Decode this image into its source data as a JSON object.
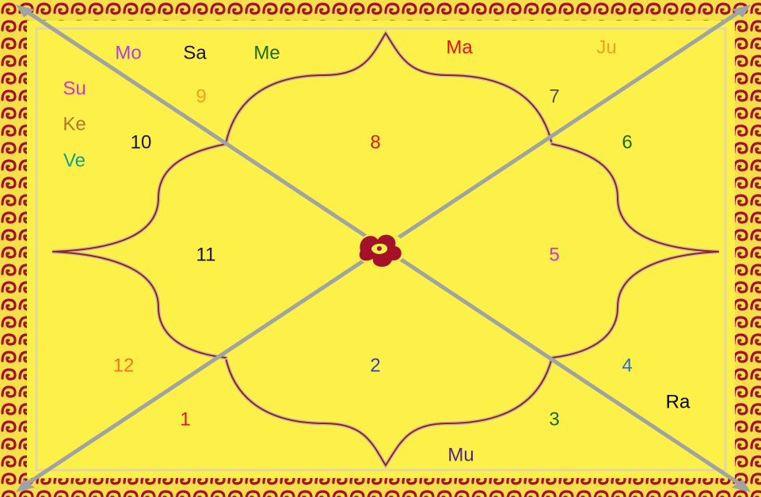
{
  "colors": {
    "background": "#fdf149",
    "border": "#a4122a",
    "line": "#9fa3a3",
    "petal": "#9b1f1f",
    "center": "#a4122a"
  },
  "houses": [
    {
      "id": "house-1",
      "label": "1",
      "color": "#e31414"
    },
    {
      "id": "house-2",
      "label": "2",
      "color": "#3440c0"
    },
    {
      "id": "house-3",
      "label": "3",
      "color": "#1a6b1a"
    },
    {
      "id": "house-4",
      "label": "4",
      "color": "#2f6fc8"
    },
    {
      "id": "house-5",
      "label": "5",
      "color": "#e02fd0"
    },
    {
      "id": "house-6",
      "label": "6",
      "color": "#1a6b1a"
    },
    {
      "id": "house-7",
      "label": "7",
      "color": "#505050"
    },
    {
      "id": "house-8",
      "label": "8",
      "color": "#e31414"
    },
    {
      "id": "house-9",
      "label": "9",
      "color": "#f0a020"
    },
    {
      "id": "house-10",
      "label": "10",
      "color": "#1b1030"
    },
    {
      "id": "house-11",
      "label": "11",
      "color": "#1b1030"
    },
    {
      "id": "house-12",
      "label": "12",
      "color": "#ee7a1a"
    }
  ],
  "planets": [
    {
      "id": "planet-mo",
      "label": "Mo",
      "color": "#b03fe0"
    },
    {
      "id": "planet-sa",
      "label": "Sa",
      "color": "#1b1040"
    },
    {
      "id": "planet-me",
      "label": "Me",
      "color": "#1a6b1a"
    },
    {
      "id": "planet-ma",
      "label": "Ma",
      "color": "#e31414"
    },
    {
      "id": "planet-ju",
      "label": "Ju",
      "color": "#f0a020"
    },
    {
      "id": "planet-su",
      "label": "Su",
      "color": "#e02fd0"
    },
    {
      "id": "planet-ke",
      "label": "Ke",
      "color": "#b87333"
    },
    {
      "id": "planet-ve",
      "label": "Ve",
      "color": "#13a08c"
    },
    {
      "id": "planet-ra",
      "label": "Ra",
      "color": "#000000"
    },
    {
      "id": "planet-mu",
      "label": "Mu",
      "color": "#5b2080"
    }
  ]
}
